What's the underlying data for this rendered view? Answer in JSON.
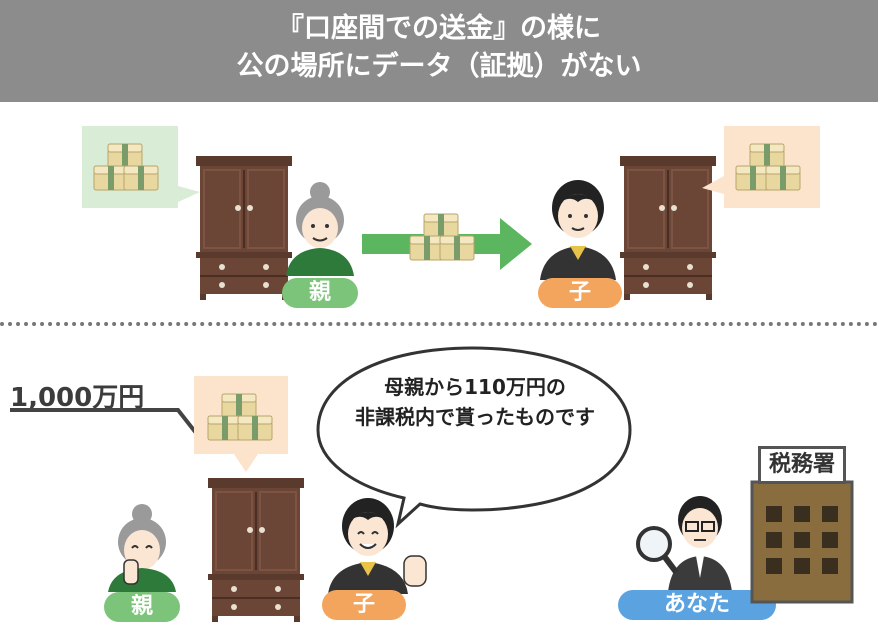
{
  "header": {
    "line1": "『口座間での送金』の様に",
    "line2": "公の場所にデータ（証拠）がない"
  },
  "top_scene": {
    "parent_label": "親",
    "child_label": "子"
  },
  "bottom_scene": {
    "amount": "1,000万円",
    "speech_line1": "母親から110万円の",
    "speech_line2": "非課税内で貰ったものです",
    "parent_label": "親",
    "child_label": "子",
    "you_label": "あなた",
    "tax_office_sign": "税務署"
  },
  "colors": {
    "header_bg": "#8c8c8c",
    "parent_label": "#7cc47a",
    "child_label": "#f3a55e",
    "you_label": "#5ba3e0",
    "green_panel": "#d8ecd6",
    "peach_panel": "#fbe3cc",
    "arrow": "#5bb65f",
    "wardrobe": "#6b4535"
  }
}
